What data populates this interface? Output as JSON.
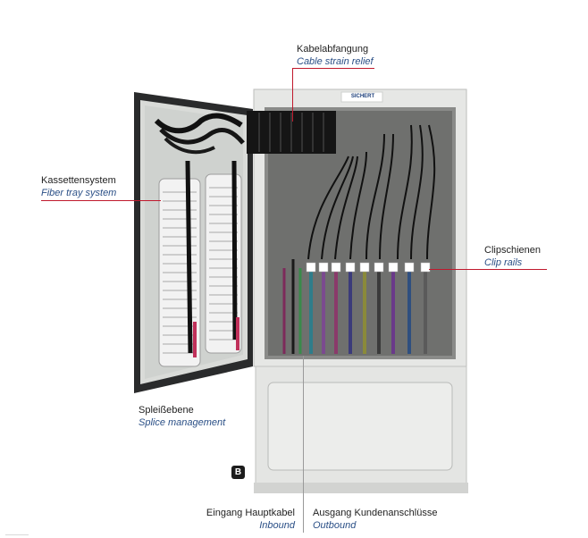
{
  "brand": "SICHERT",
  "badge": "B",
  "callouts": {
    "strain_relief": {
      "de": "Kabelabfangung",
      "en": "Cable strain relief"
    },
    "fiber_tray": {
      "de": "Kassettensystem",
      "en": "Fiber tray system"
    },
    "clip_rails": {
      "de": "Clipschienen",
      "en": "Clip rails"
    },
    "splice": {
      "de": "Spleißebene",
      "en": "Splice management"
    },
    "inbound": {
      "de": "Eingang Hauptkabel",
      "en": "Inbound"
    },
    "outbound": {
      "de": "Ausgang Kundenanschlüsse",
      "en": "Outbound"
    }
  },
  "colors": {
    "callout_line": "#c0192d",
    "english_text": "#2a4f86",
    "cabinet": "#e6e7e5"
  },
  "fiber_colors": [
    "#2f7d8a",
    "#7b4a8f",
    "#8a3a6a",
    "#3b3b7a",
    "#8a8a3a",
    "#3a3a3a",
    "#6a3a8a",
    "#2f4f7f",
    "#5a5a5a"
  ]
}
